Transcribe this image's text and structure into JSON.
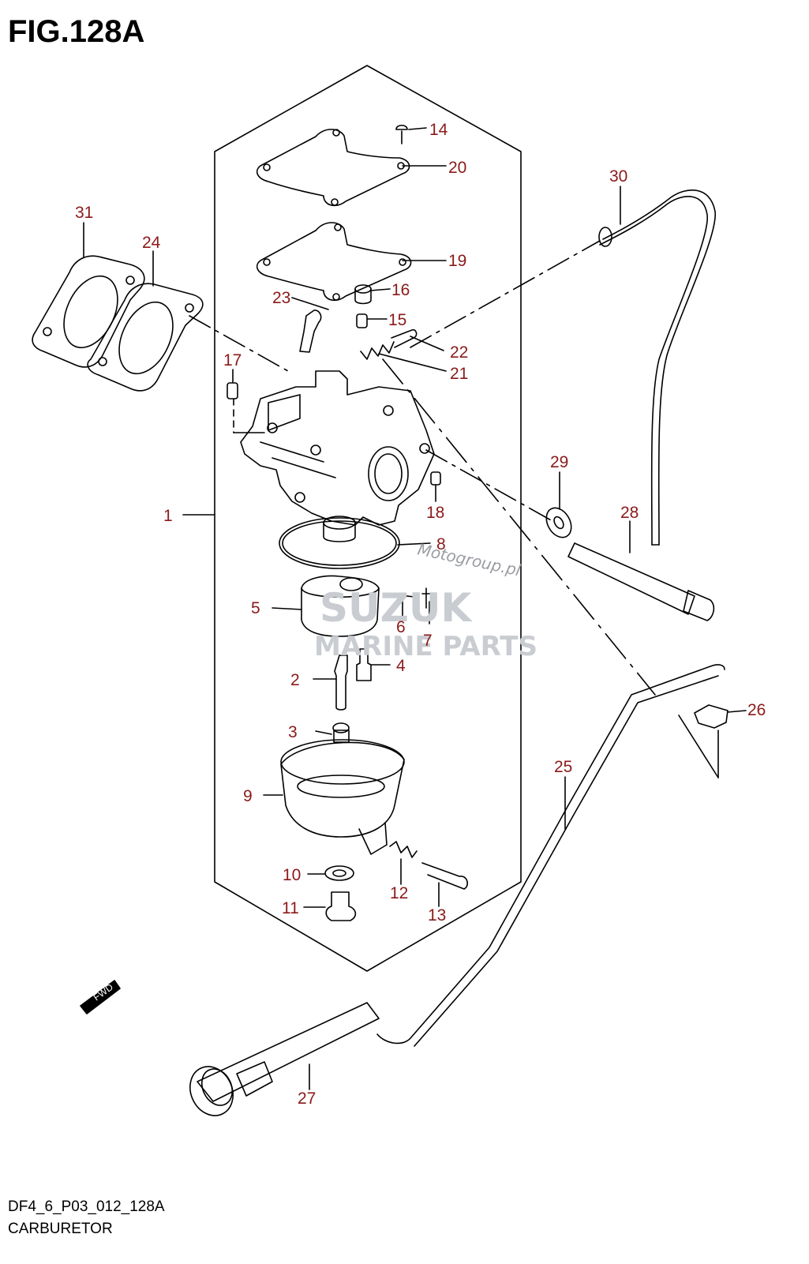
{
  "figure": {
    "title": "FIG.128A"
  },
  "footer": {
    "code": "DF4_6_P03_012_128A",
    "name": "CARBURETOR"
  },
  "watermark": {
    "line1": "Motogroup.pl",
    "line2": "SUZUK",
    "line3": "MARINE PARTS"
  },
  "fwd_label": "FWD",
  "callouts": [
    "1",
    "2",
    "3",
    "4",
    "5",
    "6",
    "7",
    "8",
    "9",
    "10",
    "11",
    "12",
    "13",
    "14",
    "15",
    "16",
    "17",
    "18",
    "19",
    "20",
    "21",
    "22",
    "23",
    "24",
    "25",
    "26",
    "27",
    "28",
    "29",
    "30",
    "31"
  ],
  "colors": {
    "callout": "#8b1a1a",
    "line": "#000000"
  }
}
